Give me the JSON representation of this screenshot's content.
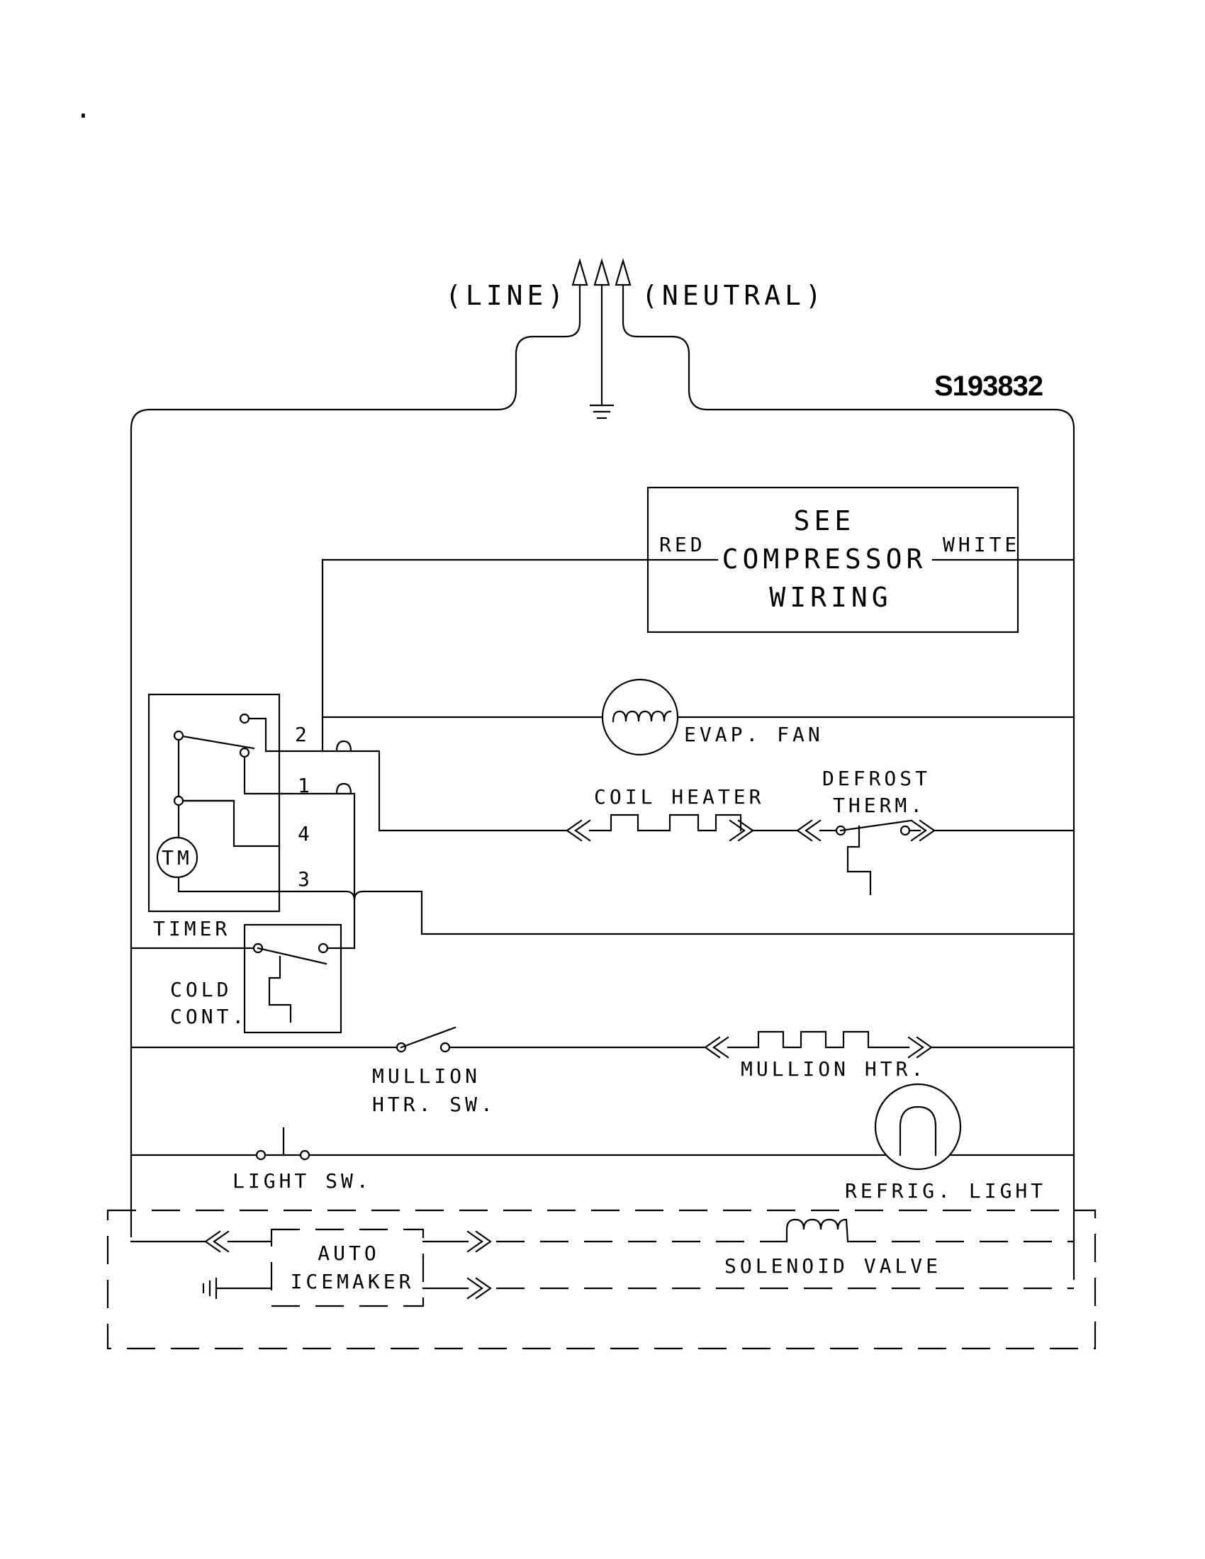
{
  "diagram": {
    "drawing_number": "S193832",
    "corner_mark": ".",
    "supply": {
      "line_label": "(LINE)",
      "neutral_label": "(NEUTRAL)"
    },
    "compressor": {
      "line1": "SEE",
      "line2": "COMPRESSOR",
      "line3": "WIRING",
      "red_label": "RED",
      "white_label": "WHITE"
    },
    "evap_fan": {
      "label": "EVAP. FAN"
    },
    "coil_heater": {
      "label": "COIL HEATER"
    },
    "defrost_therm": {
      "line1": "DEFROST",
      "line2": "THERM."
    },
    "timer": {
      "label": "TIMER",
      "motor_label": "TM",
      "terminals": [
        "2",
        "1",
        "4",
        "3"
      ]
    },
    "cold_control": {
      "line1": "COLD",
      "line2": "CONT."
    },
    "mullion_switch": {
      "line1": "MULLION",
      "line2": "HTR. SW."
    },
    "mullion_heater": {
      "label": "MULLION HTR."
    },
    "light_switch": {
      "label": "LIGHT SW."
    },
    "refrig_light": {
      "label": "REFRIG. LIGHT"
    },
    "icemaker": {
      "line1": "AUTO",
      "line2": "ICEMAKER"
    },
    "solenoid_valve": {
      "label": "SOLENOID VALVE"
    }
  }
}
